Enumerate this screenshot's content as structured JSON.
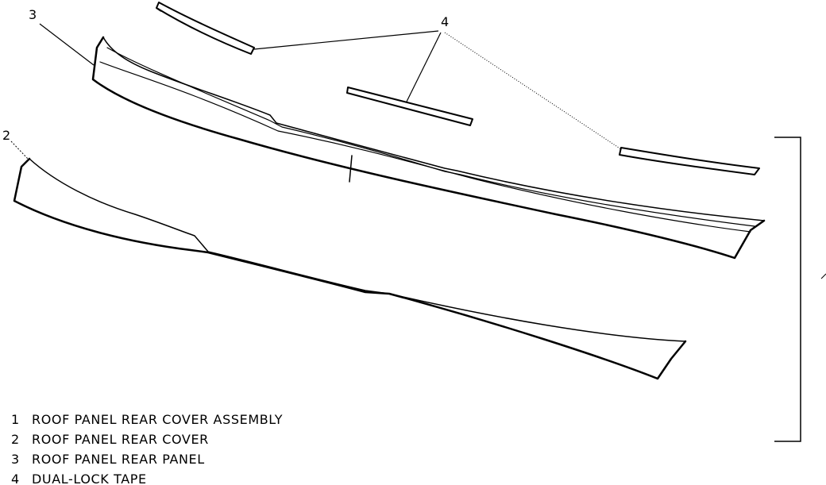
{
  "callouts": {
    "tape": "4",
    "panel": "3",
    "cover": "2"
  },
  "legend": [
    {
      "number": "1",
      "label": "ROOF PANEL REAR COVER ASSEMBLY"
    },
    {
      "number": "2",
      "label": "ROOF PANEL REAR COVER"
    },
    {
      "number": "3",
      "label": "ROOF PANEL REAR PANEL"
    },
    {
      "number": "4",
      "label": "DUAL-LOCK TAPE"
    }
  ],
  "colors": {
    "line": "#000000",
    "background": "#ffffff"
  }
}
